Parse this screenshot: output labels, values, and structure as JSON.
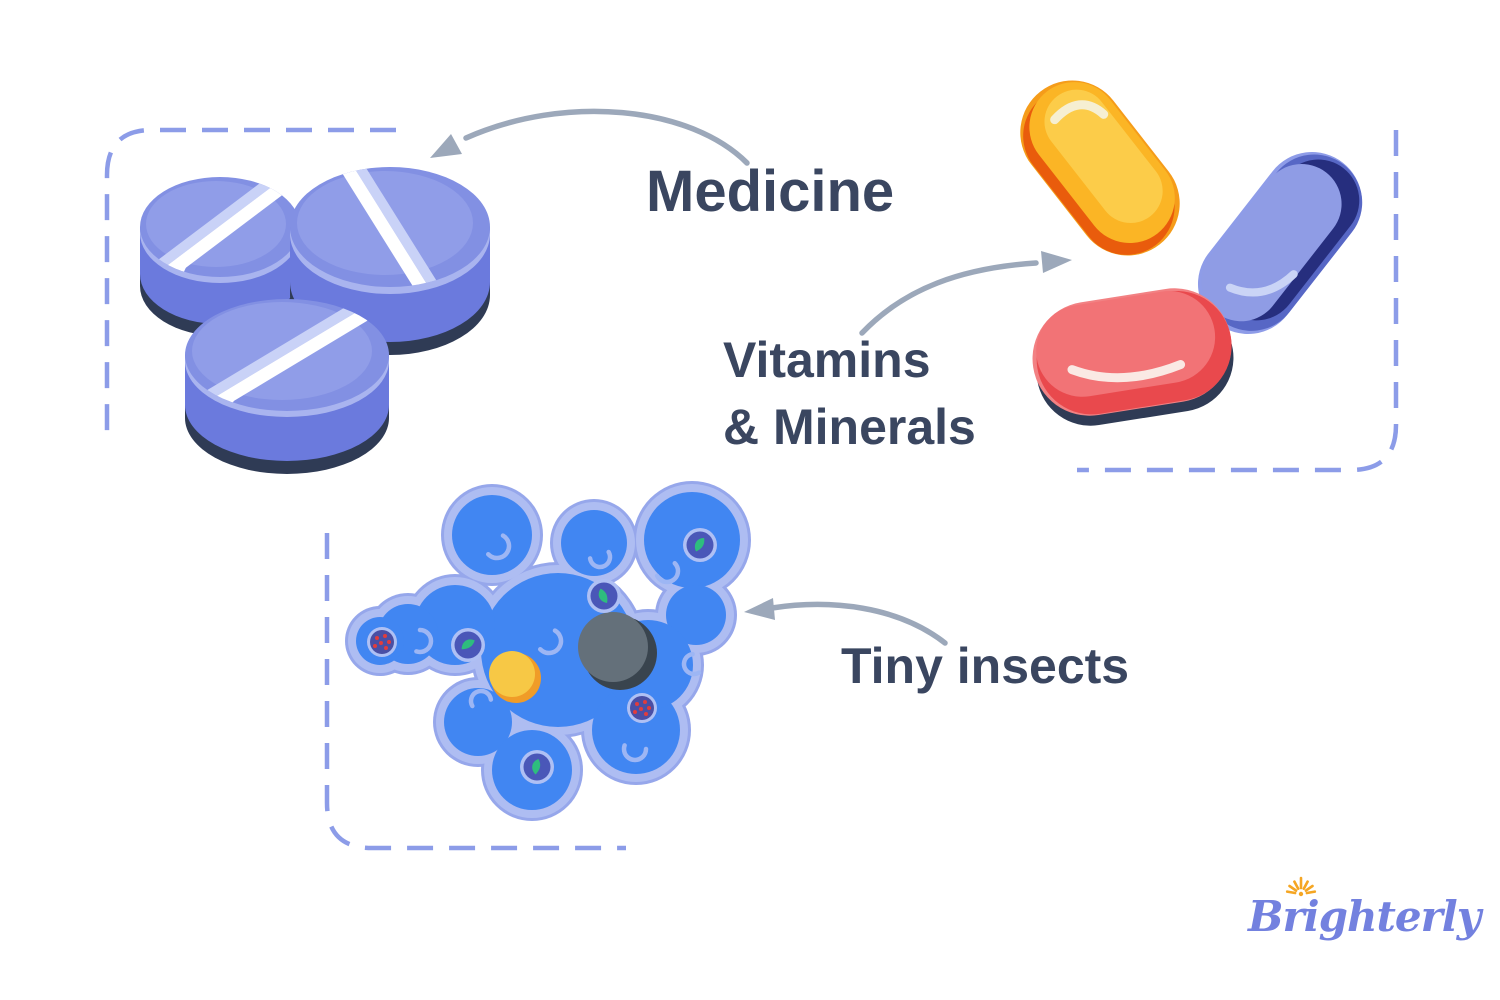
{
  "page": {
    "background": "#FFFFFF"
  },
  "labels": {
    "medicine": "Medicine",
    "vitamins_line1": "Vitamins",
    "vitamins_line2": "& Minerals",
    "tiny_insects": "Tiny insects"
  },
  "logo": {
    "text": "Brighterly"
  },
  "icons": {
    "tablets": "round-tablet-pills",
    "capsules": "capsule-pills",
    "amoeba": "amoeba-microbe",
    "sun": "sun-rays",
    "arrow": "curved-pointer-arrow"
  },
  "colors": {
    "label_text": "#3A4660",
    "arrow": "#9CA8BA",
    "dashed_border": "#8C9CE8",
    "logo_purple": "#7381DF",
    "logo_sun_orange": "#F5A623",
    "tablet_top": "#8290E3",
    "tablet_top_light": "#909DE8",
    "tablet_bevel": "#A9B4EF",
    "tablet_side": "#6B7ADD",
    "tablet_dark": "#2F3B55",
    "tablet_score_white": "#FFFFFF",
    "tablet_score_light": "#C9D2F7",
    "capsule_yellow_side": "#F59C1A",
    "capsule_yellow_rim": "#E95C0C",
    "capsule_yellow_top": "#FBB525",
    "capsule_yellow_inner": "#FCCC49",
    "capsule_yellow_highlight": "#F6EFD2",
    "capsule_blue_edge": "#8E9CE8",
    "capsule_blue_side": "#5767C5",
    "capsule_blue_rim": "#262E7E",
    "capsule_blue_top": "#8F9CE5",
    "capsule_blue_highlight": "#CAD4F6",
    "capsule_red_shadow": "#2F3B55",
    "capsule_red_light": "#F28183",
    "capsule_red_side": "#E9494D",
    "capsule_red_top": "#F27376",
    "capsule_red_highlight": "#FAE9E4",
    "amoeba_membrane_edge": "#96A7EB",
    "amoeba_membrane": "#AEBDF2",
    "amoeba_body": "#4186F2",
    "amoeba_crescent": "#9DB6F4",
    "nucleus_gray": "#64707A",
    "nucleus_dark": "#39444E",
    "organelle_yellow": "#F7C845",
    "organelle_yellow_dark": "#F09C28",
    "vacuole_ring": "#AFC0F4",
    "vacuole_fill": "#4A57B8",
    "vacuole_green": "#2EBD7E",
    "granule_fill": "#4A4FA5",
    "granule_dot": "#E23C3C"
  }
}
